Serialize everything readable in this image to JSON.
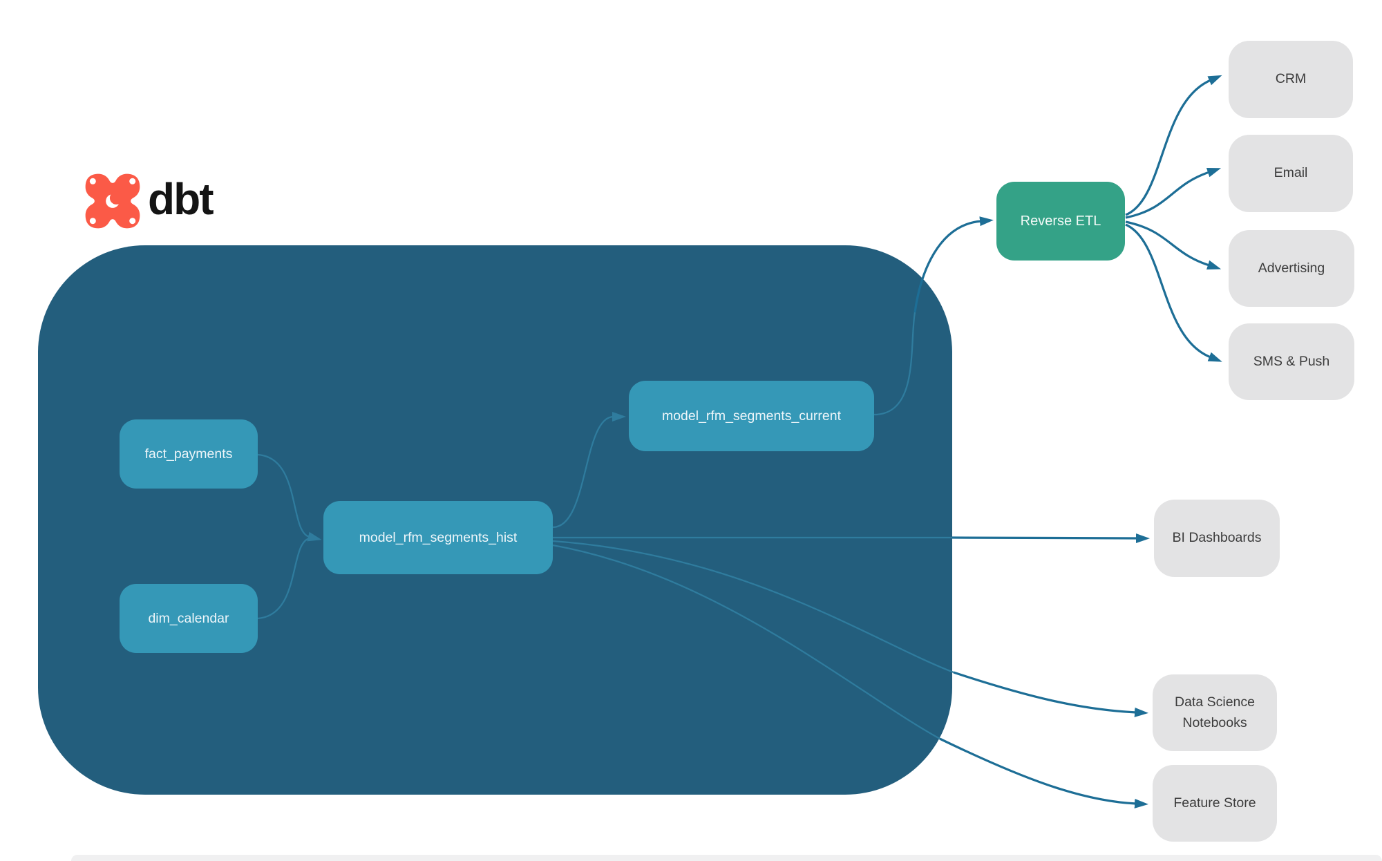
{
  "logo": {
    "brand": "dbt"
  },
  "pipeline": {
    "nodes": [
      {
        "id": "fact_payments",
        "label": "fact_payments"
      },
      {
        "id": "dim_calendar",
        "label": "dim_calendar"
      },
      {
        "id": "model_rfm_segments_hist",
        "label": "model_rfm_segments_hist"
      },
      {
        "id": "model_rfm_segments_current",
        "label": "model_rfm_segments_current"
      }
    ]
  },
  "reverse_etl": {
    "label": "Reverse ETL"
  },
  "destinations": [
    {
      "label": "CRM"
    },
    {
      "label": "Email"
    },
    {
      "label": "Advertising"
    },
    {
      "label": "SMS & Push"
    }
  ],
  "outputs": [
    {
      "label": "BI Dashboards"
    },
    {
      "label": "Data Science Notebooks"
    },
    {
      "label": "Feature Store"
    }
  ],
  "edges": [
    {
      "from": "fact_payments",
      "to": "model_rfm_segments_hist"
    },
    {
      "from": "dim_calendar",
      "to": "model_rfm_segments_hist"
    },
    {
      "from": "model_rfm_segments_hist",
      "to": "model_rfm_segments_current"
    },
    {
      "from": "model_rfm_segments_current",
      "to": "Reverse ETL"
    },
    {
      "from": "Reverse ETL",
      "to": "CRM"
    },
    {
      "from": "Reverse ETL",
      "to": "Email"
    },
    {
      "from": "Reverse ETL",
      "to": "Advertising"
    },
    {
      "from": "Reverse ETL",
      "to": "SMS & Push"
    },
    {
      "from": "model_rfm_segments_hist",
      "to": "BI Dashboards"
    },
    {
      "from": "model_rfm_segments_hist",
      "to": "Data Science Notebooks"
    },
    {
      "from": "model_rfm_segments_hist",
      "to": "Feature Store"
    }
  ],
  "colors": {
    "container": "#235e7d",
    "model_node": "#3598b7",
    "reverse_etl_node": "#34a287",
    "destination_node": "#e3e3e4",
    "arrow_outside": "#1d6e96",
    "arrow_inside": "#2f7c9e",
    "logo_orange": "#fb5a47"
  }
}
